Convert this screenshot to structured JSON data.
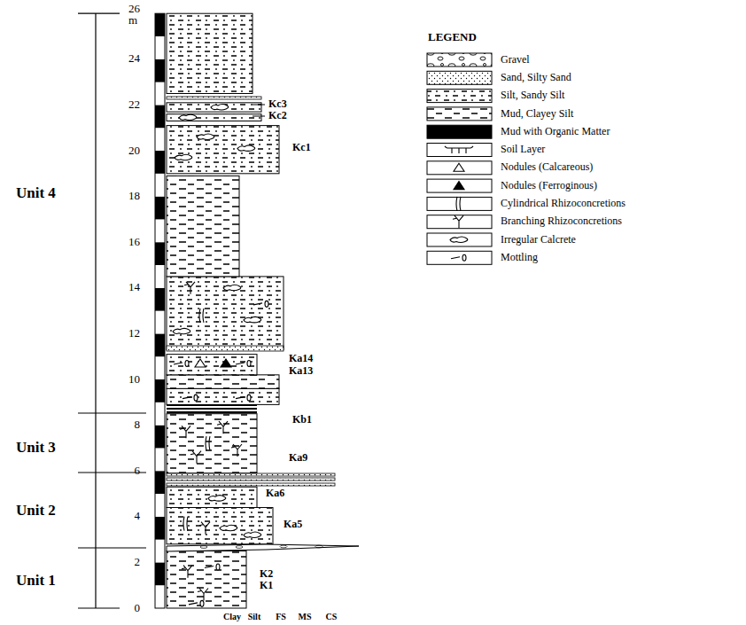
{
  "diagram": {
    "labels": [
      "26",
      "m",
      "24",
      "22",
      "20",
      "18",
      "16",
      "14",
      "12",
      "10",
      "8",
      "6",
      "4",
      "2",
      "0",
      "Unit 4",
      "Unit 3",
      "Unit 2",
      "Unit 1",
      "Kc3",
      "Kc2",
      "Kc1",
      "Ka14",
      "Ka13",
      "Kb1",
      "Ka9",
      "Ka6",
      "Ka5",
      "K2",
      "K1",
      "Clay",
      "Silt",
      "FS",
      "MS",
      "CS",
      "LEGEND"
    ],
    "legend": [
      {
        "text": "Gravel"
      },
      {
        "text": "Sand, Silty Sand"
      },
      {
        "text": "Silt, Sandy Silt"
      },
      {
        "text": "Mud, Clayey Silt"
      },
      {
        "text": "Mud with Organic Matter",
        "color": "#000000"
      },
      {
        "text": "Soil Layer"
      },
      {
        "text": "Nodules (Calcareous)"
      },
      {
        "text": "Nodules (Ferroginous)"
      },
      {
        "text": "Cylindrical Rhizoconcretions"
      },
      {
        "text": "Branching Rhizoconcretions"
      },
      {
        "text": "Irregular Calcrete"
      },
      {
        "text": "Mottling"
      }
    ]
  }
}
